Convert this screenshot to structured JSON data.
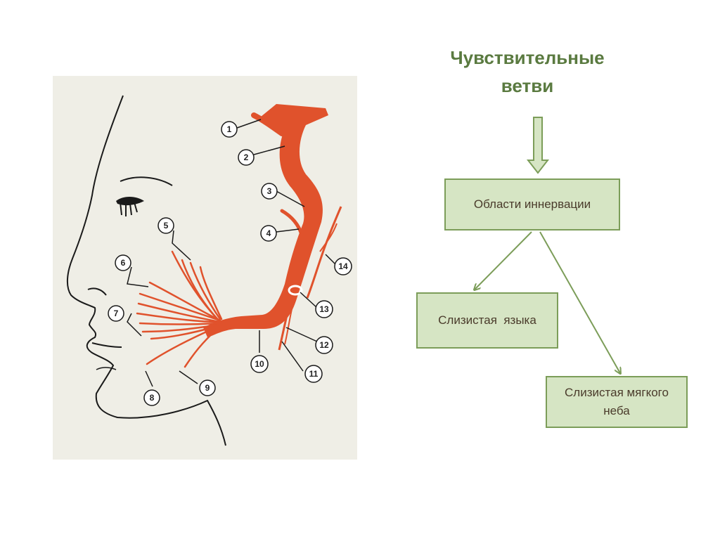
{
  "title": {
    "line1": "Чувствительные",
    "line2": "ветви"
  },
  "boxes": {
    "areas": "Области иннервации",
    "tongue": "Слизистая  языка",
    "palate": "Слизистая мягкого неба"
  },
  "labels": [
    "1",
    "2",
    "3",
    "4",
    "5",
    "6",
    "7",
    "8",
    "9",
    "10",
    "11",
    "12",
    "13",
    "14"
  ],
  "colors": {
    "nerve": "#e0522c",
    "box_fill": "#d6e5c4",
    "box_border": "#7c9d59",
    "title": "#5a7a40",
    "illustration_bg": "#efeee6"
  }
}
